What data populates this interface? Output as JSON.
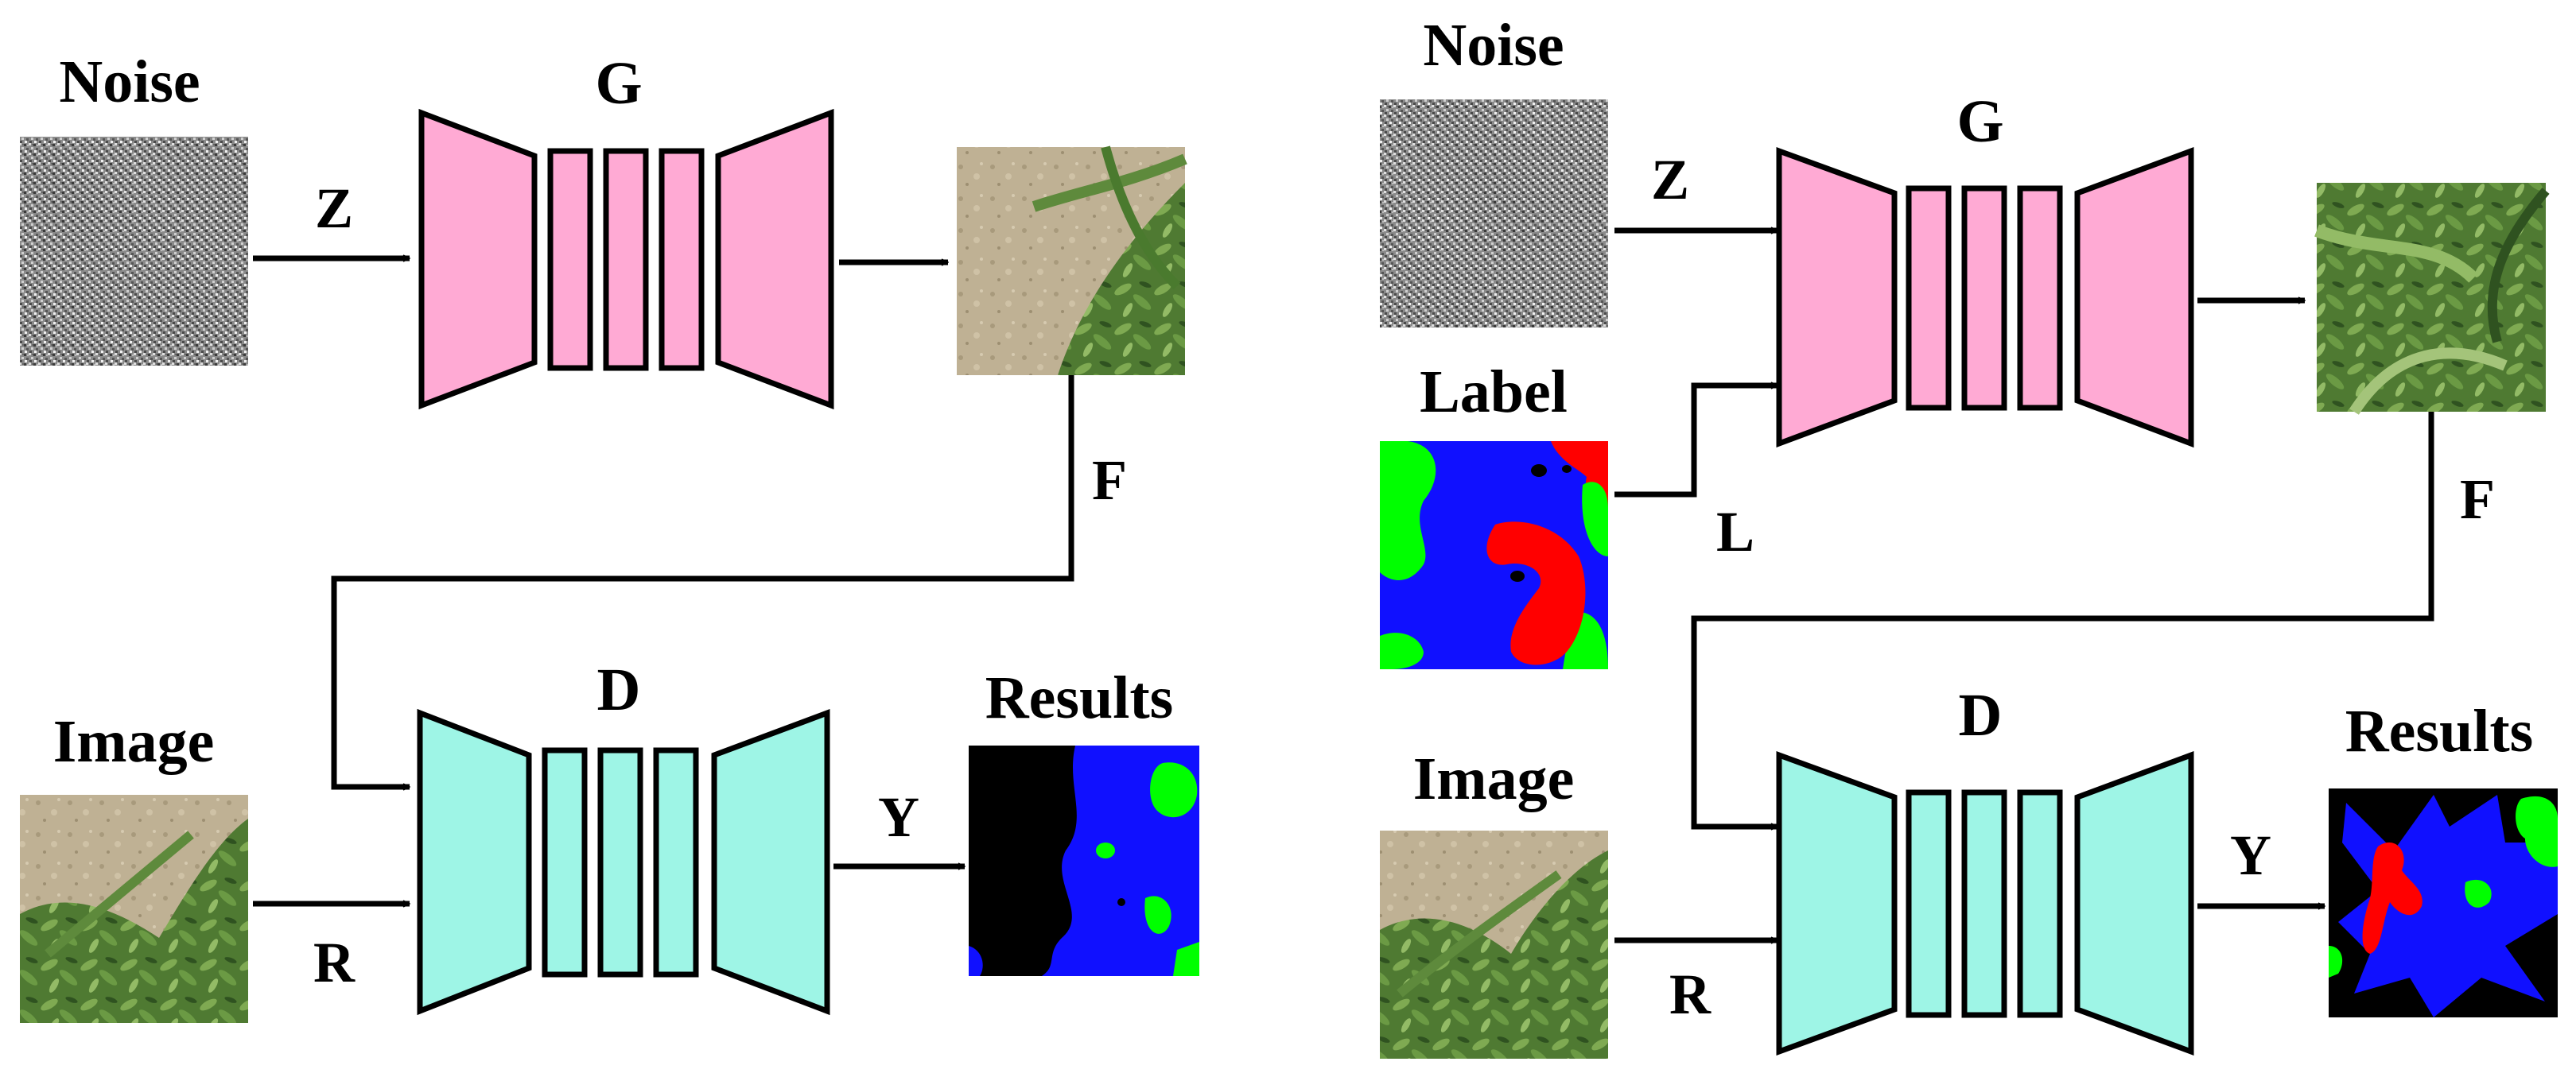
{
  "colors": {
    "generator": "#ffaad4",
    "discriminator": "#9ef5e6",
    "mask_background": "#000000",
    "mask_soil": "#1010ff",
    "mask_crop": "#00ff00",
    "mask_weed": "#ff0000",
    "soil": "#b8a88c",
    "plant": "#5e8a3c",
    "stroke": "#000000"
  },
  "left_panel": {
    "noise_label": "Noise",
    "z_label": "Z",
    "generator_label": "G",
    "f_label": "F",
    "image_label": "Image",
    "r_label": "R",
    "discriminator_label": "D",
    "y_label": "Y",
    "results_label": "Results"
  },
  "right_panel": {
    "noise_label": "Noise",
    "z_label": "Z",
    "label_label": "Label",
    "l_label": "L",
    "generator_label": "G",
    "f_label": "F",
    "image_label": "Image",
    "r_label": "R",
    "discriminator_label": "D",
    "y_label": "Y",
    "results_label": "Results"
  }
}
